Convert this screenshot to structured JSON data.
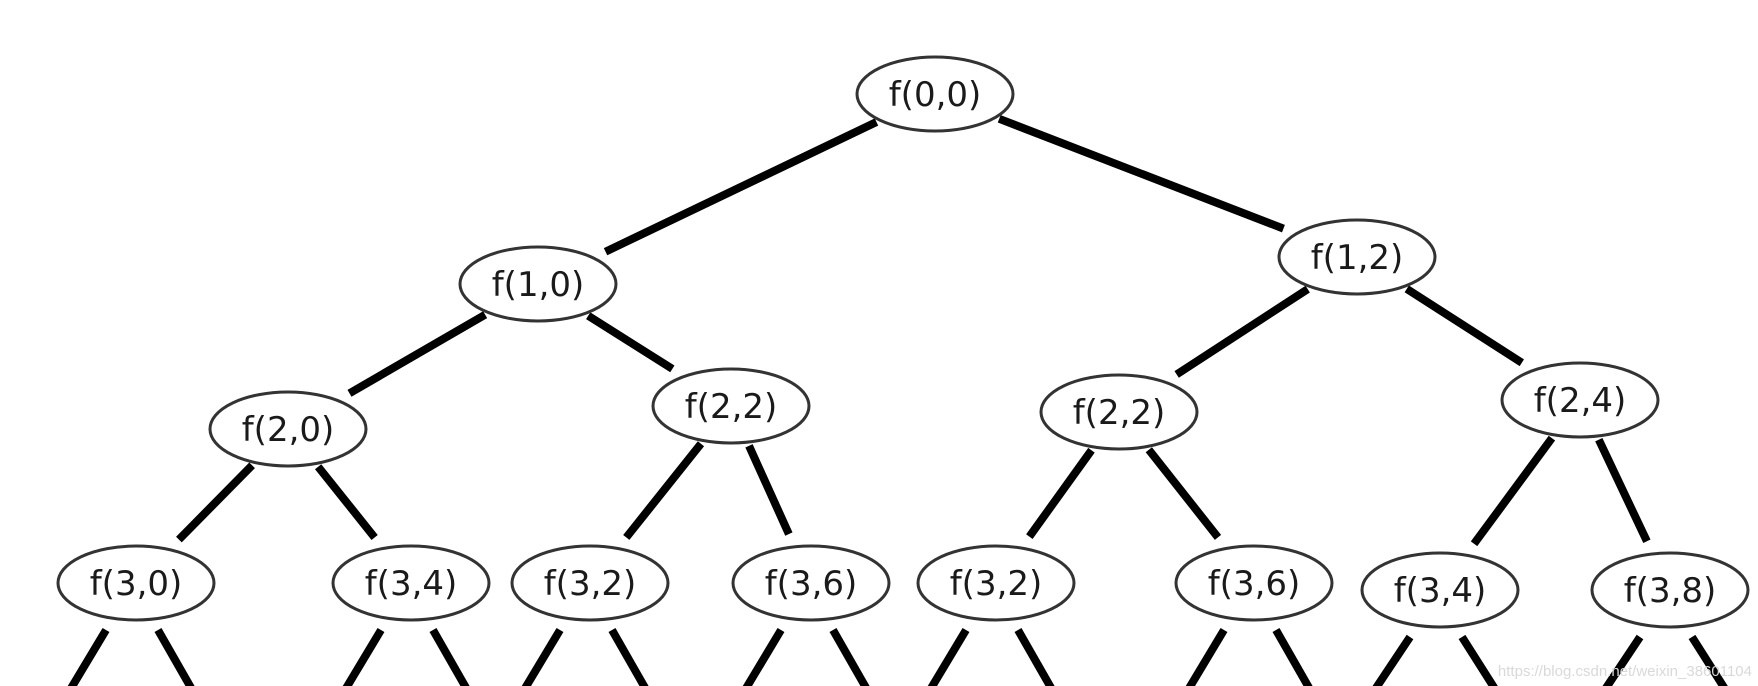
{
  "diagram": {
    "type": "recursion-tree",
    "colors": {
      "edge": "#000000",
      "node_stroke": "#333333",
      "node_fill": "#ffffff",
      "text": "#1a1a1a",
      "watermark": "#d9d9d9"
    },
    "nodes": [
      {
        "id": "n00",
        "label": "f(0,0)"
      },
      {
        "id": "n10",
        "label": "f(1,0)"
      },
      {
        "id": "n12",
        "label": "f(1,2)"
      },
      {
        "id": "n20",
        "label": "f(2,0)"
      },
      {
        "id": "n22a",
        "label": "f(2,2)"
      },
      {
        "id": "n22b",
        "label": "f(2,2)"
      },
      {
        "id": "n24",
        "label": "f(2,4)"
      },
      {
        "id": "n30",
        "label": "f(3,0)"
      },
      {
        "id": "n34a",
        "label": "f(3,4)"
      },
      {
        "id": "n32a",
        "label": "f(3,2)"
      },
      {
        "id": "n36a",
        "label": "f(3,6)"
      },
      {
        "id": "n32b",
        "label": "f(3,2)"
      },
      {
        "id": "n36b",
        "label": "f(3,6)"
      },
      {
        "id": "n34b",
        "label": "f(3,4)"
      },
      {
        "id": "n38",
        "label": "f(3,8)"
      }
    ],
    "edges": [
      [
        "n00",
        "n10"
      ],
      [
        "n00",
        "n12"
      ],
      [
        "n10",
        "n20"
      ],
      [
        "n10",
        "n22a"
      ],
      [
        "n12",
        "n22b"
      ],
      [
        "n12",
        "n24"
      ],
      [
        "n20",
        "n30"
      ],
      [
        "n20",
        "n34a"
      ],
      [
        "n22a",
        "n32a"
      ],
      [
        "n22a",
        "n36a"
      ],
      [
        "n22b",
        "n32b"
      ],
      [
        "n22b",
        "n36b"
      ],
      [
        "n24",
        "n34b"
      ],
      [
        "n24",
        "n38"
      ]
    ]
  },
  "watermark": "https://blog.csdn.net/weixin_38601104"
}
